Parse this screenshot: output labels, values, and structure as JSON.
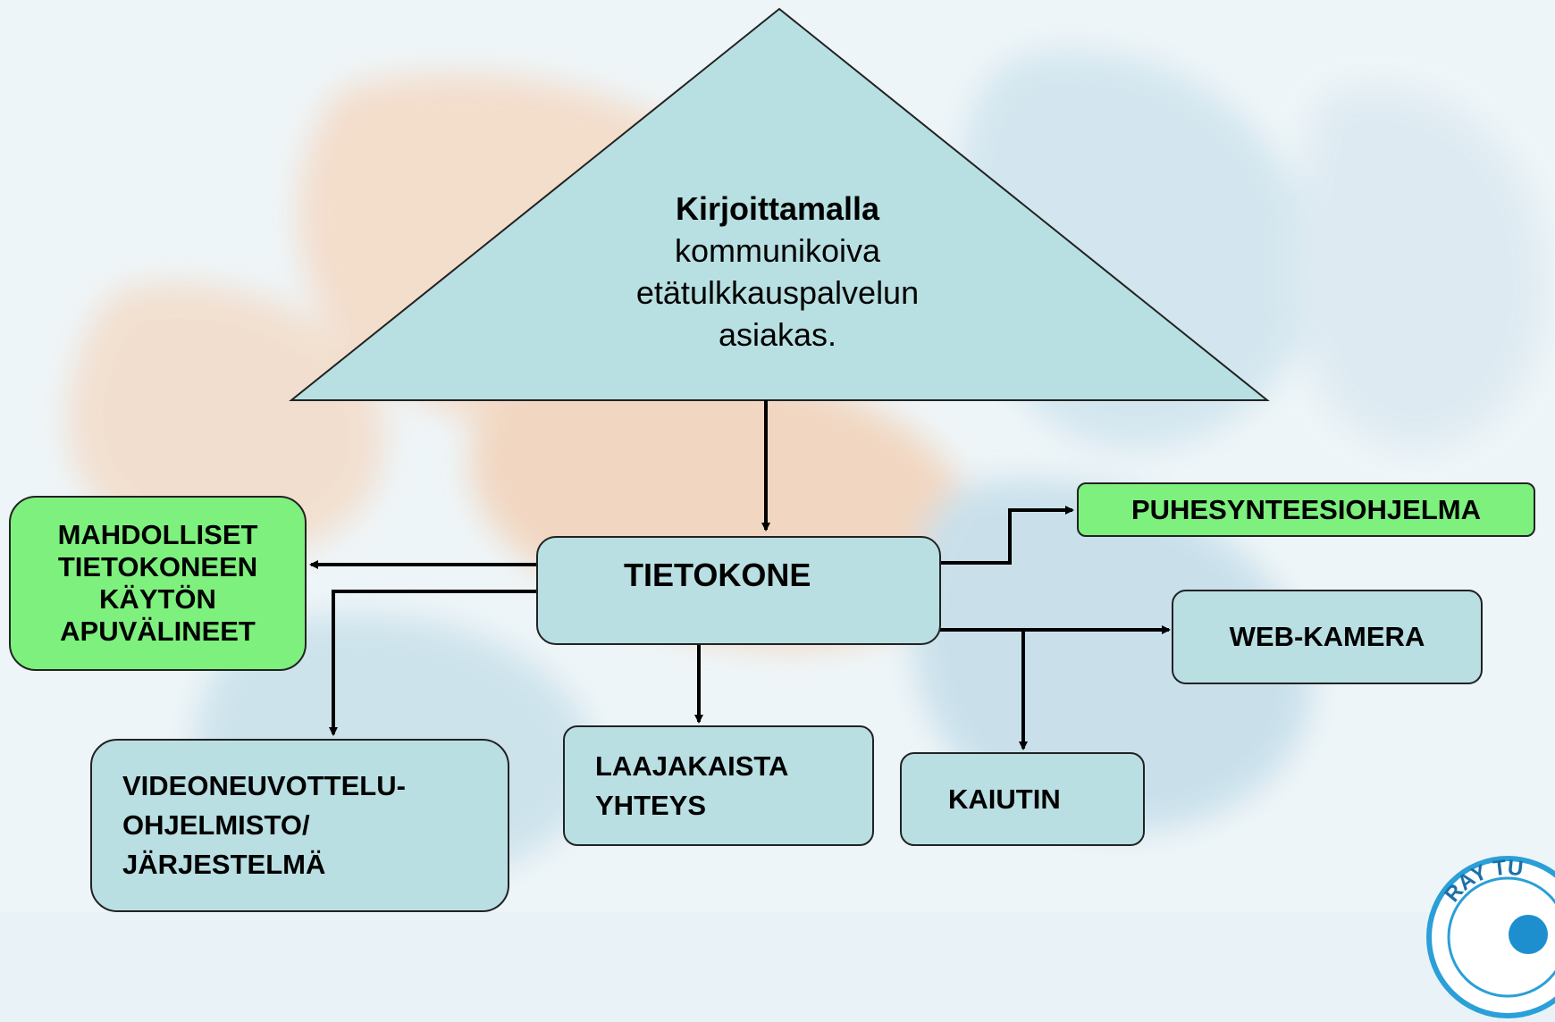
{
  "triangle": {
    "title": "Kirjoittamalla",
    "line1": "kommunikoiva",
    "line2": "etätulkkauspalvelun",
    "line3": "asiakas."
  },
  "nodes": {
    "tietokone": "TIETOKONE",
    "apuvalineet": [
      "MAHDOLLISET",
      "TIETOKONEEN",
      "KÄYTÖN",
      "APUVÄLINEET"
    ],
    "puhesynteesi": "PUHESYNTEESIOHJELMA",
    "webkamera": "WEB-KAMERA",
    "video": [
      "VIDEONEUVOTTELU-",
      "OHJELMISTO/",
      "JÄRJESTELMÄ"
    ],
    "laajakaista": [
      "LAAJAKAISTA",
      "YHTEYS"
    ],
    "kaiutin": "KAIUTIN"
  },
  "logo_text": "RAY TU",
  "colors": {
    "box_fill": "#b9dfe3",
    "green_fill": "#7ef07e",
    "triangle_fill": "#b8e0e2",
    "stroke": "#000000"
  }
}
